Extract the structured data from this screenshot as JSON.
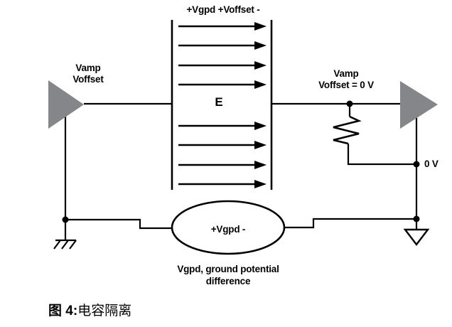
{
  "figure": {
    "top_label": "+Vgpd +Voffset -",
    "field_label": "E",
    "left_amp": {
      "line1": "Vamp",
      "line2": "Voffset"
    },
    "right_amp": {
      "line1": "Vamp",
      "line2": "Voffset = 0 V"
    },
    "zero_volt_label": "0 V",
    "isolation_source_label": "+Vgpd -",
    "gpd_note": {
      "line1": "Vgpd, ground potential",
      "line2": "difference"
    },
    "caption": {
      "prefix": "图 4:",
      "title": "电容隔离"
    },
    "colors": {
      "line": "#000000",
      "amplifier_fill": "#848689",
      "background": "#ffffff"
    }
  }
}
